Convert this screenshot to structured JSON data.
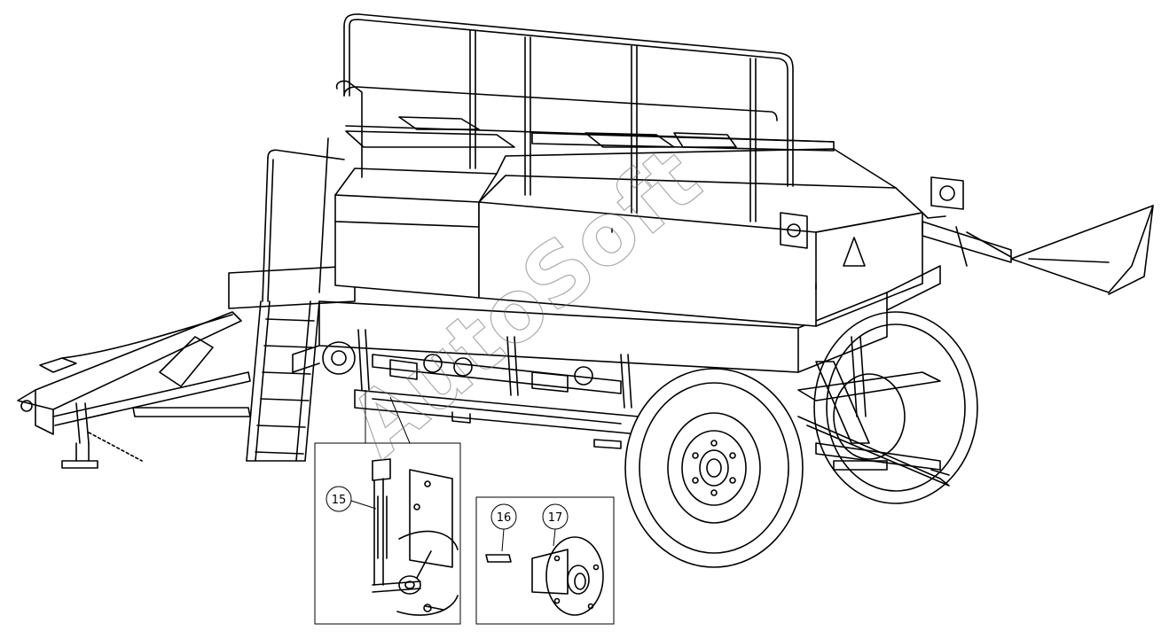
{
  "callouts": {
    "c15": "15",
    "c16": "16",
    "c17": "17"
  },
  "watermark": {
    "text": "AutoSoft"
  },
  "colors": {
    "line": "#000000",
    "background": "#ffffff",
    "watermark": "#666666"
  }
}
